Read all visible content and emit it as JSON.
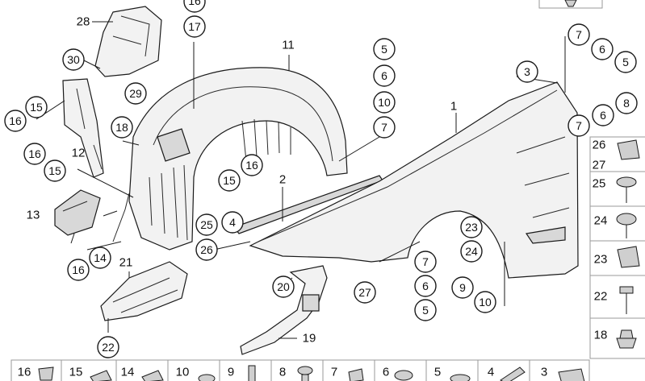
{
  "callouts": {
    "c1": "1",
    "c2": "2",
    "c3": "3",
    "c4": "4",
    "c5a": "5",
    "c5b": "5",
    "c5c": "5",
    "c6a": "6",
    "c6b": "6",
    "c6c": "6",
    "c6d": "6",
    "c7a": "7",
    "c7b": "7",
    "c7c": "7",
    "c7d": "7",
    "c8": "8",
    "c9": "9",
    "c10a": "10",
    "c10b": "10",
    "c11": "11",
    "c12": "12",
    "c13": "13",
    "c14": "14",
    "c15a": "15",
    "c15b": "15",
    "c15c": "15",
    "c16a": "16",
    "c16b": "16",
    "c16c": "16",
    "c16d": "16",
    "c16top": "16",
    "c17": "17",
    "c18": "18",
    "c19": "19",
    "c20": "20",
    "c21": "21",
    "c22": "22",
    "c23": "23",
    "c24": "24",
    "c25": "25",
    "c26": "26",
    "c27": "27",
    "c28": "28",
    "c29": "29",
    "c30": "30"
  },
  "side_legend": [
    "26",
    "27",
    "25",
    "24",
    "23",
    "22",
    "18"
  ],
  "bottom_legend": [
    "16",
    "15",
    "14",
    "10",
    "9",
    "8",
    "7",
    "6",
    "5",
    "4",
    "3"
  ]
}
